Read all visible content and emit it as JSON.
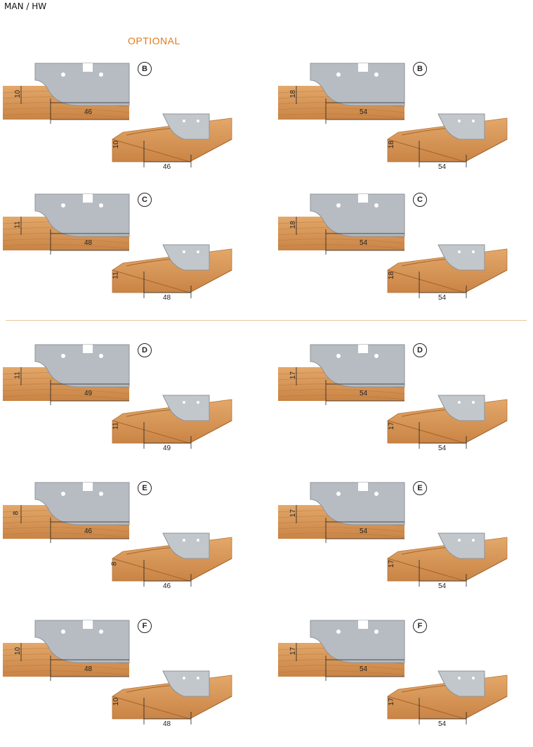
{
  "header": {
    "label": "MAN / HW"
  },
  "optional_label": "OPTIONAL",
  "panels": [
    {
      "letter": "B",
      "height": "10",
      "width": "46"
    },
    {
      "letter": "B",
      "height": "18",
      "width": "54"
    },
    {
      "letter": "C",
      "height": "11",
      "width": "48"
    },
    {
      "letter": "C",
      "height": "18",
      "width": "54"
    },
    {
      "letter": "D",
      "height": "11",
      "width": "49"
    },
    {
      "letter": "D",
      "height": "17",
      "width": "54"
    },
    {
      "letter": "E",
      "height": "8",
      "width": "46"
    },
    {
      "letter": "E",
      "height": "17",
      "width": "54"
    },
    {
      "letter": "F",
      "height": "10",
      "width": "48"
    },
    {
      "letter": "F",
      "height": "17",
      "width": "54"
    }
  ],
  "colors": {
    "accent": "#e07b1a",
    "wood": "#d99a5e",
    "blade": "#b7bcc2"
  }
}
